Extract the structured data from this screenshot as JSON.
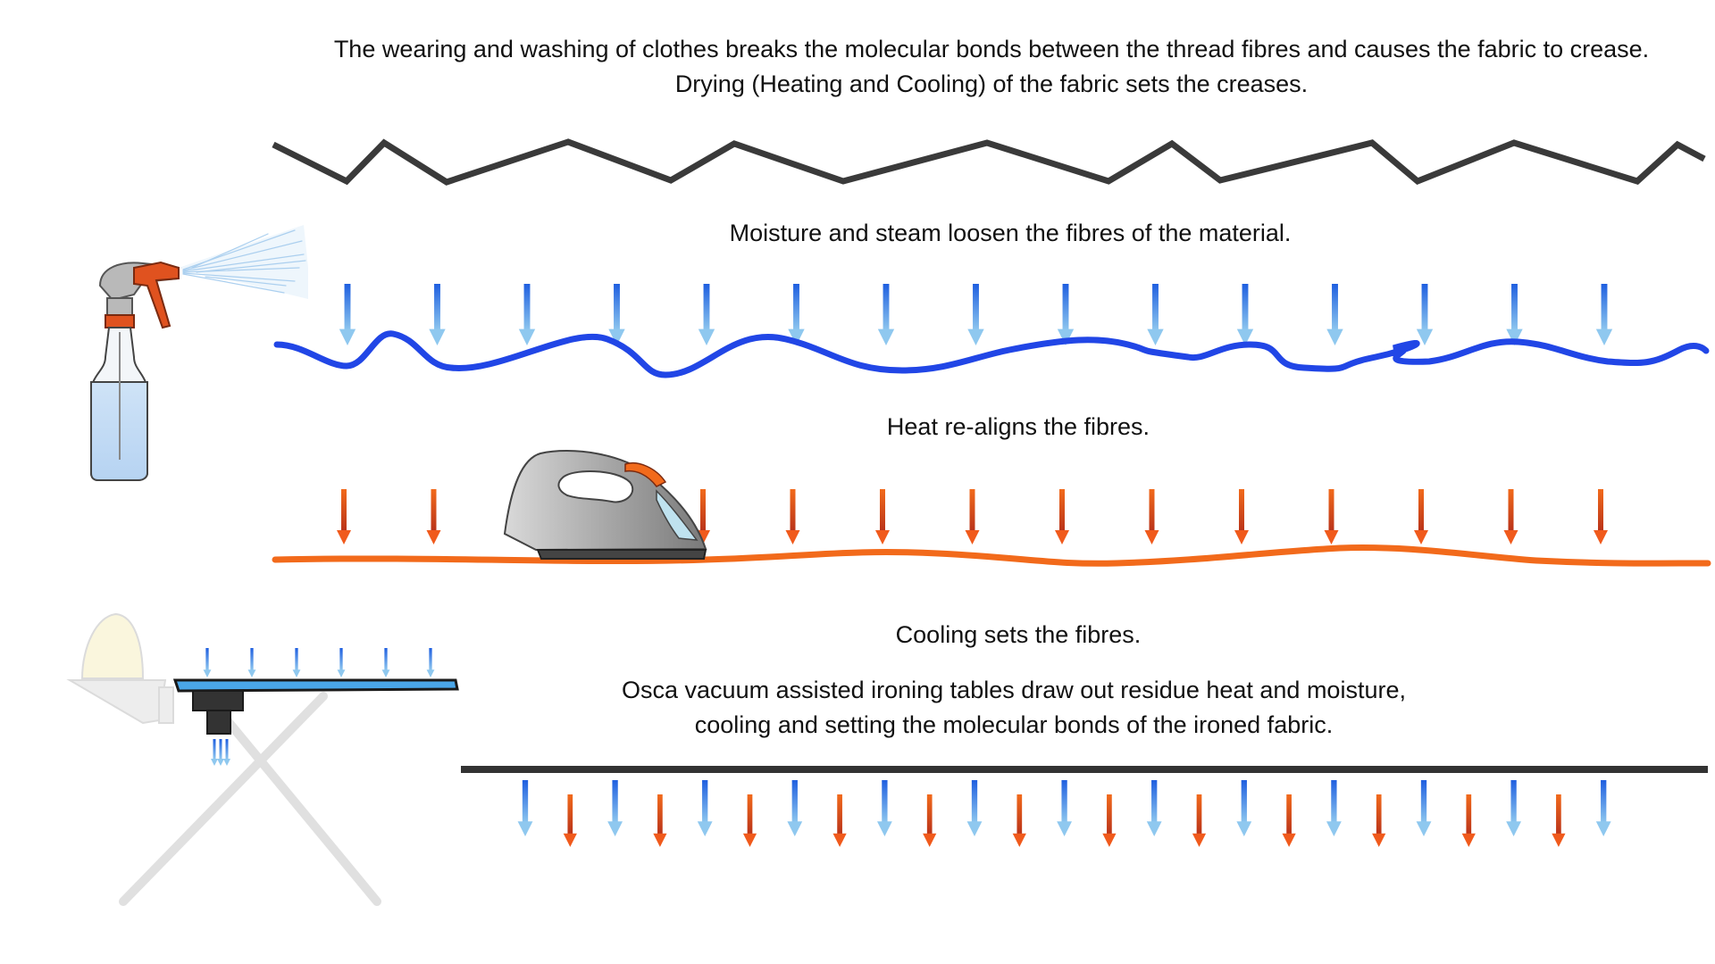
{
  "captions": {
    "crease_line1": "The wearing and washing of clothes breaks the molecular bonds between the thread fibres and causes the fabric to crease.",
    "crease_line2": "Drying (Heating and Cooling) of the fabric sets the creases.",
    "moisture": "Moisture and steam loosen the fibres of the material.",
    "heat": "Heat re-aligns the fibres.",
    "cooling": "Cooling sets the fibres.",
    "osca_line1": "Osca vacuum assisted ironing tables draw out residue heat and moisture,",
    "osca_line2": "cooling and setting the molecular bonds of the ironed fabric."
  },
  "colors": {
    "creased_fibre": "#3a3a3a",
    "moist_fibre": "#2146e6",
    "heated_fibre": "#f26a1b",
    "set_fibre": "#333333",
    "cool_arrow_top": "#1f5fe0",
    "cool_arrow_bottom": "#8fc8ef",
    "heat_arrow_top": "#f26a1b",
    "heat_arrow_bottom": "#b8321a"
  },
  "icons": [
    "spray-bottle-icon",
    "steam-iron-icon",
    "ironing-table-icon"
  ]
}
